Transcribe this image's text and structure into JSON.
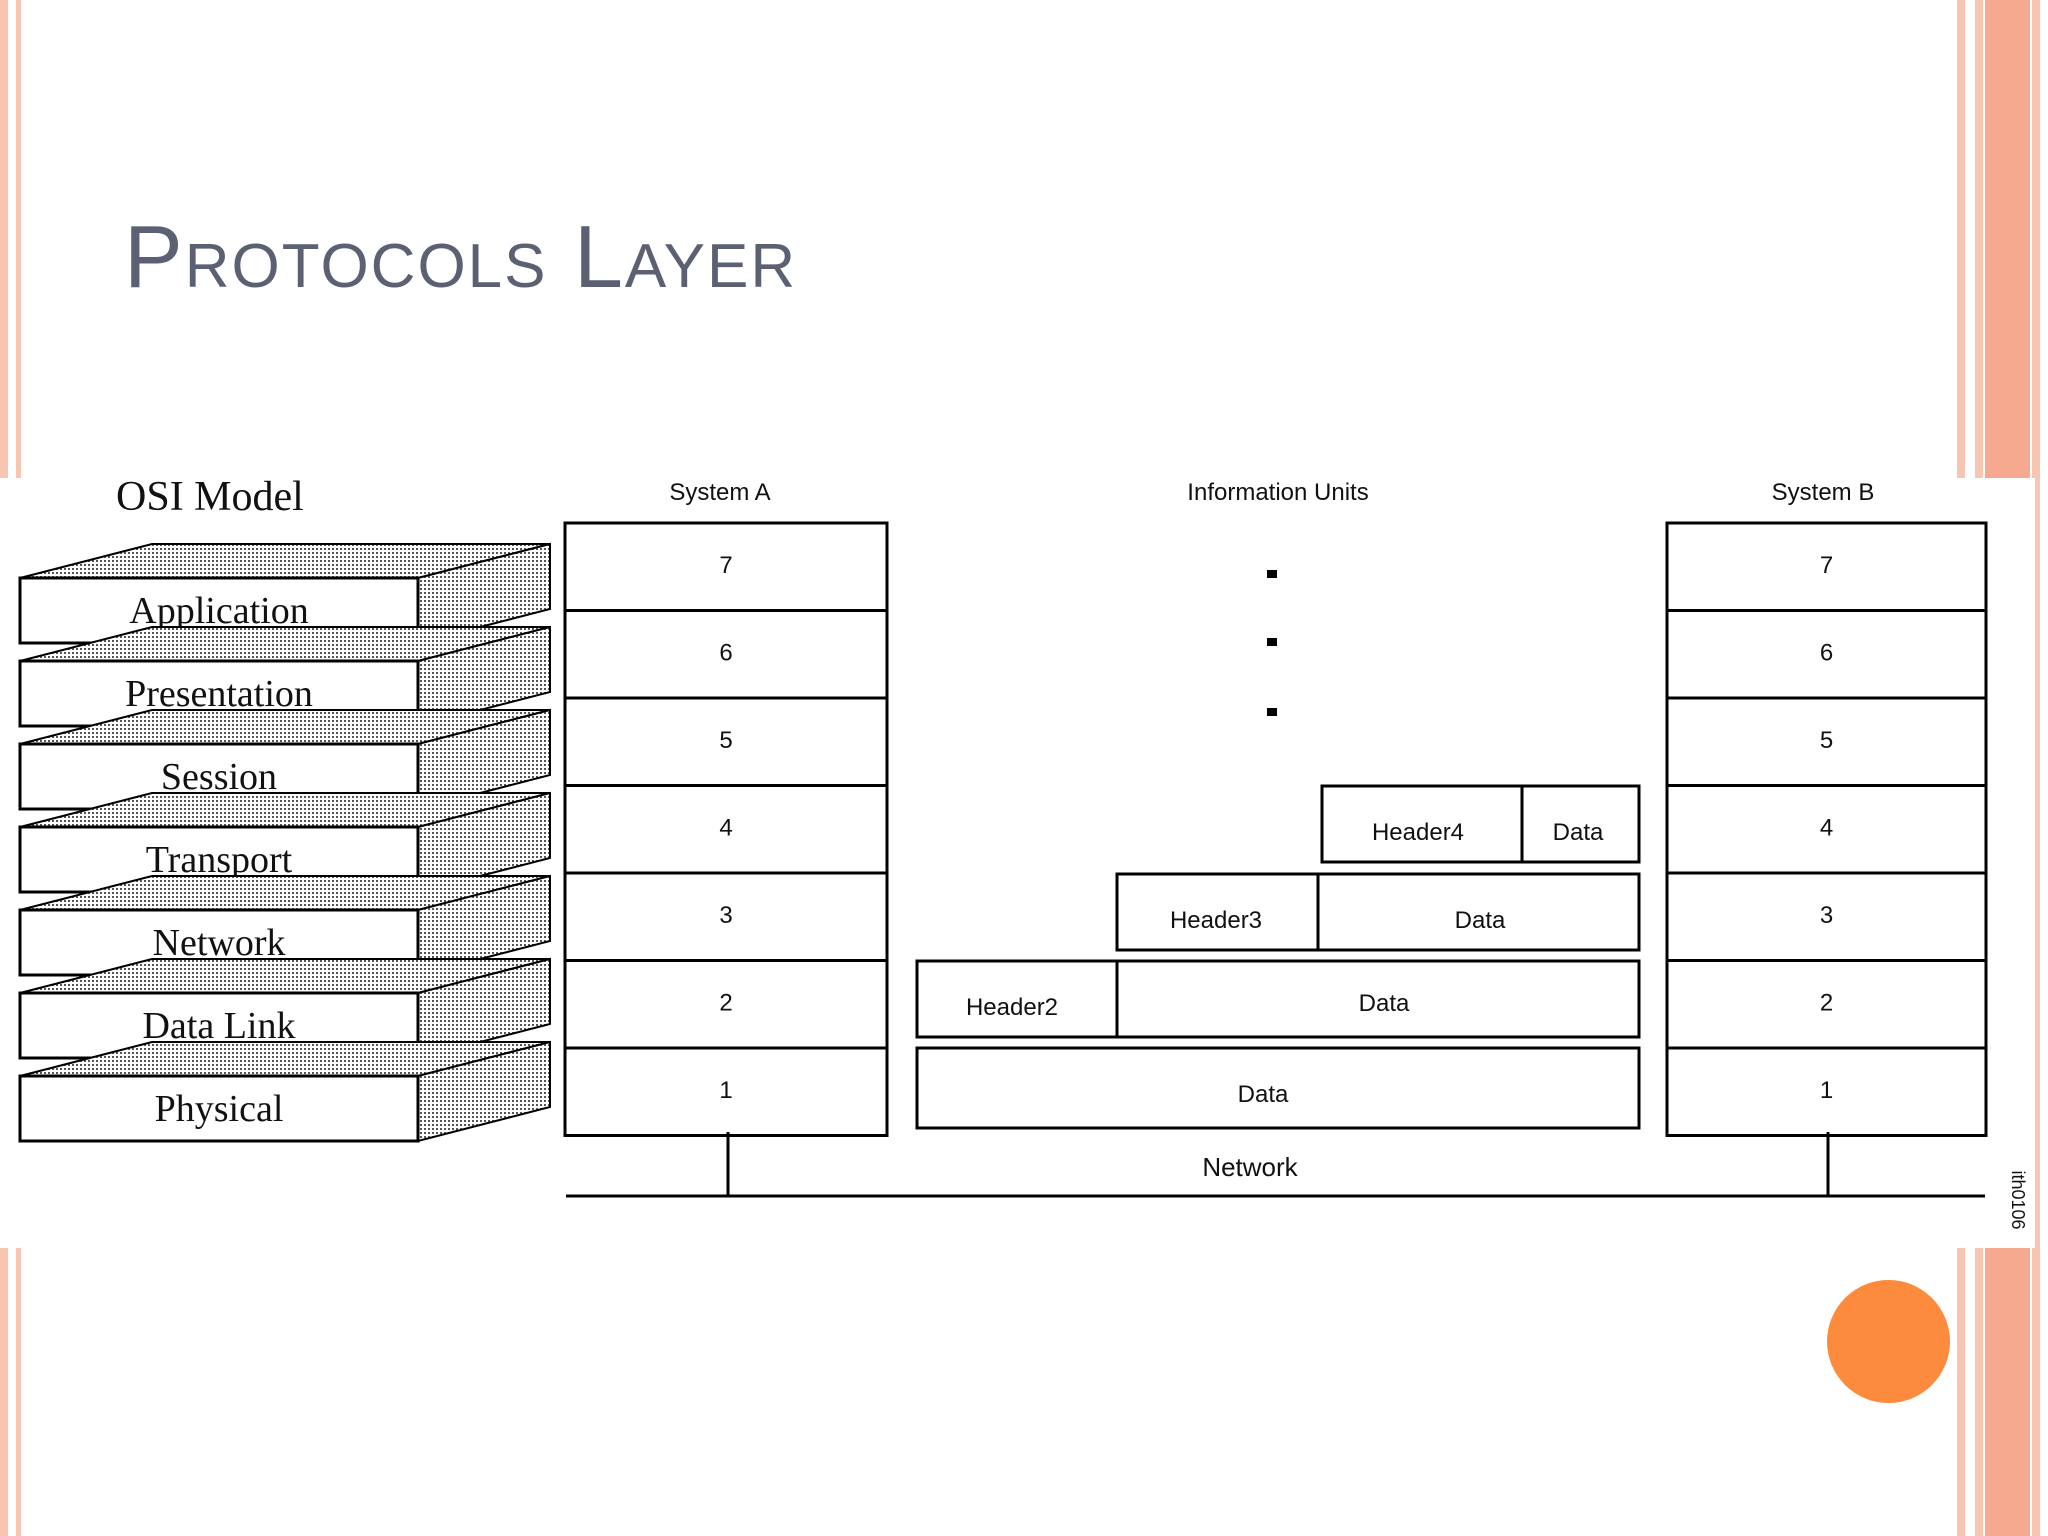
{
  "slide": {
    "title": "Protocols Layer",
    "colors": {
      "title": "#5b6173",
      "stripe_light": "#f8c5b2",
      "stripe_dark": "#f5a98f",
      "accent_circle": "#fd8b3d"
    }
  },
  "osi_model": {
    "title": "OSI Model",
    "layers": [
      "Application",
      "Presentation",
      "Session",
      "Transport",
      "Network",
      "Data Link",
      "Physical"
    ]
  },
  "system_a": {
    "label": "System A",
    "layers": [
      "7",
      "6",
      "5",
      "4",
      "3",
      "2",
      "1"
    ]
  },
  "system_b": {
    "label": "System B",
    "layers": [
      "7",
      "6",
      "5",
      "4",
      "3",
      "2",
      "1"
    ]
  },
  "information_units": {
    "label": "Information Units",
    "layer4": {
      "header": "Header4",
      "data": "Data"
    },
    "layer3": {
      "header": "Header3",
      "data": "Data"
    },
    "layer2": {
      "header": "Header2",
      "data": "Data"
    },
    "layer1": {
      "data": "Data"
    }
  },
  "network_label": "Network",
  "figure_id": "ith0106"
}
